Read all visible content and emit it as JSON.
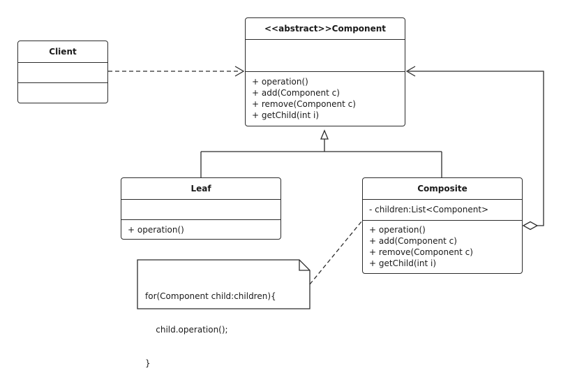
{
  "classes": {
    "component": {
      "name": "<<abstract>>Component",
      "attributes": [],
      "methods": [
        "+ operation()",
        "+ add(Component c)",
        "+ remove(Component c)",
        "+ getChild(int i)"
      ]
    },
    "client": {
      "name": "Client",
      "attributes": [],
      "methods": []
    },
    "leaf": {
      "name": "Leaf",
      "attributes": [],
      "methods": [
        "+ operation()"
      ]
    },
    "composite": {
      "name": "Composite",
      "attributes": [
        "- children:List<Component>"
      ],
      "methods": [
        "+ operation()",
        "+ add(Component c)",
        "+ remove(Component c)",
        "+ getChild(int i)"
      ]
    }
  },
  "note": {
    "lines": [
      "for(Component child:children){",
      "    child.operation();",
      "}"
    ]
  }
}
